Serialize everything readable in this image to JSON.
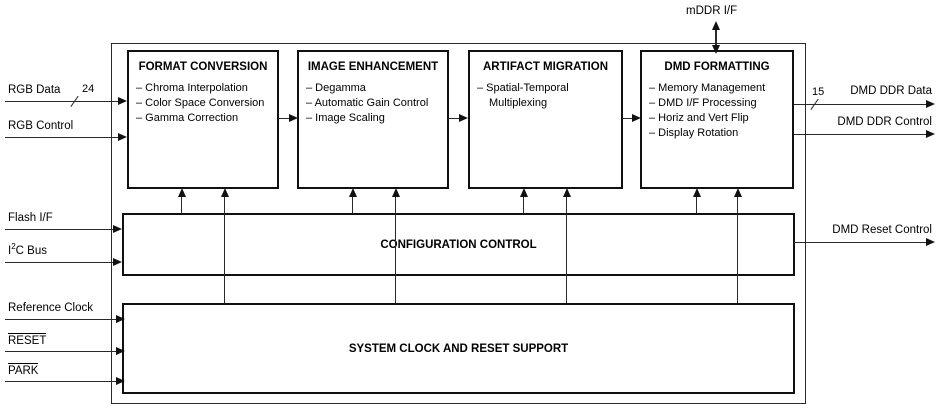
{
  "blocks": {
    "format_conversion": {
      "title": "FORMAT CONVERSION",
      "items": [
        "– Chroma Interpolation",
        "– Color Space Conversion",
        "– Gamma Correction"
      ]
    },
    "image_enhancement": {
      "title": "IMAGE ENHANCEMENT",
      "items": [
        "– Degamma",
        "– Automatic Gain Control",
        "– Image Scaling"
      ]
    },
    "artifact_migration": {
      "title": "ARTIFACT MIGRATION",
      "items": [
        "– Spatial-Temporal Multiplexing"
      ]
    },
    "dmd_formatting": {
      "title": "DMD FORMATTING",
      "items": [
        "– Memory Management",
        "– DMD I/F Processing",
        "– Horiz and Vert Flip",
        "– Display Rotation"
      ]
    },
    "configuration_control": {
      "title": "CONFIGURATION CONTROL"
    },
    "system_clock": {
      "title": "SYSTEM CLOCK AND RESET SUPPORT"
    }
  },
  "signals": {
    "mddr": {
      "label": "mDDR I/F"
    },
    "rgb_data": {
      "label": "RGB Data",
      "bus_width": "24"
    },
    "rgb_control": {
      "label": "RGB Control"
    },
    "flash": {
      "label": "Flash I/F"
    },
    "i2c": {
      "base": "I",
      "sup": "2",
      "rest": "C Bus"
    },
    "reference_clock": {
      "label": "Reference Clock"
    },
    "reset": {
      "label": "RESET"
    },
    "park": {
      "label": "PARK"
    },
    "dmd_ddr_data": {
      "label": "DMD DDR Data",
      "bus_width": "15"
    },
    "dmd_ddr_control": {
      "label": "DMD DDR Control"
    },
    "dmd_reset_control": {
      "label": "DMD Reset Control"
    }
  },
  "colors": {
    "background": "#ffffff",
    "line": "#2a2a2a",
    "border": "#111111",
    "text": "#000000"
  }
}
